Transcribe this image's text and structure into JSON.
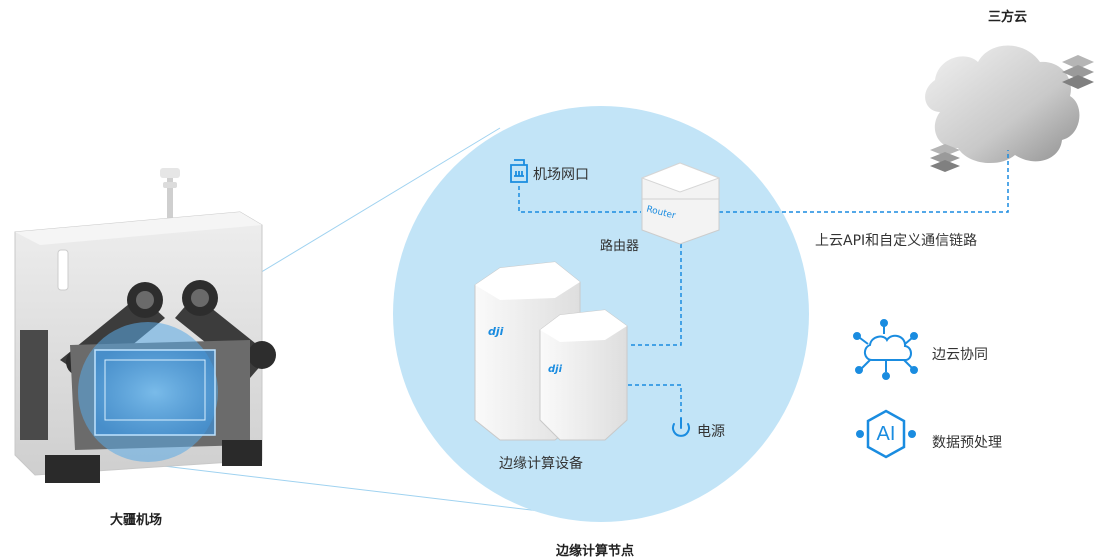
{
  "labels": {
    "cloud_title": "三方云",
    "dock_title": "大疆机场",
    "edge_node_title": "边缘计算节点",
    "dock_network_port": "机场网口",
    "router": "路由器",
    "router_badge": "Router",
    "edge_device": "边缘计算设备",
    "power": "电源",
    "cloud_link": "上云API和自定义通信链路",
    "edge_cloud_collab": "边云协同",
    "data_preprocess": "数据预处理",
    "ai_badge": "AI"
  },
  "colors": {
    "accent": "#1a8ce0",
    "circle_fill": "#c2e4f7",
    "dashed_line": "#1a8ce0",
    "text": "#333333"
  },
  "icons": {
    "network_port": "ethernet-port-icon",
    "power": "power-icon",
    "edge_cloud": "cloud-network-icon",
    "ai": "ai-hexagon-icon",
    "cloud": "cloud-icon",
    "layers": "layers-icon"
  }
}
